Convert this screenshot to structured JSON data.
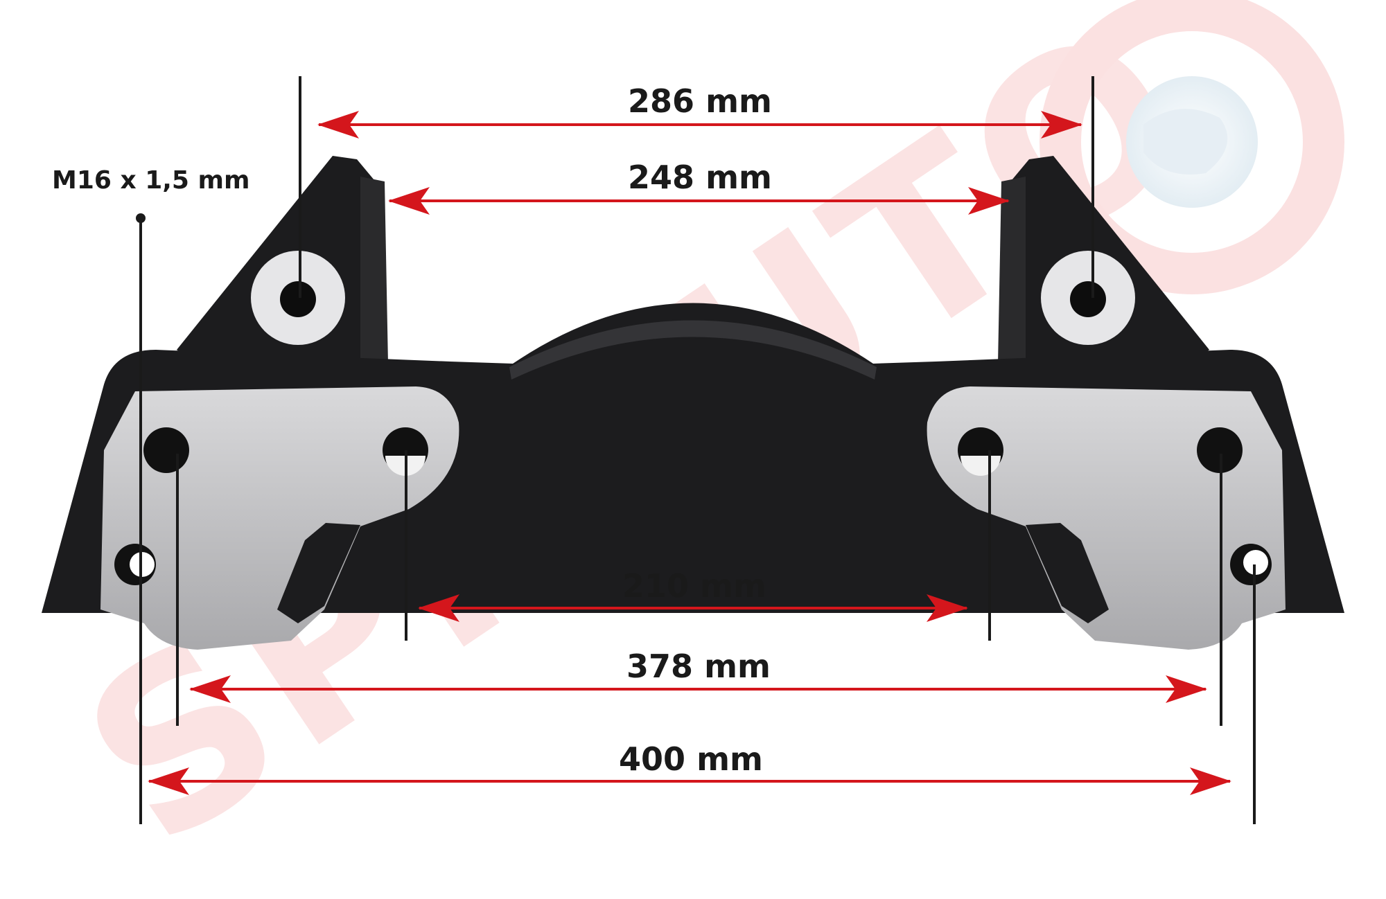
{
  "thread_spec": "M16 x 1,5 mm",
  "watermark": "SPRAUTO",
  "dimensions": {
    "d286": "286 mm",
    "d248": "248 mm",
    "d210": "210 mm",
    "d378": "378 mm",
    "d400": "400 mm"
  },
  "colors": {
    "arrow": "#d4161c",
    "line": "#1a1a1a",
    "body": "#1c1c1e",
    "plate": "#c9c9cb",
    "bushing": "#e6e6e8",
    "watermark": "#fbe3e3"
  }
}
